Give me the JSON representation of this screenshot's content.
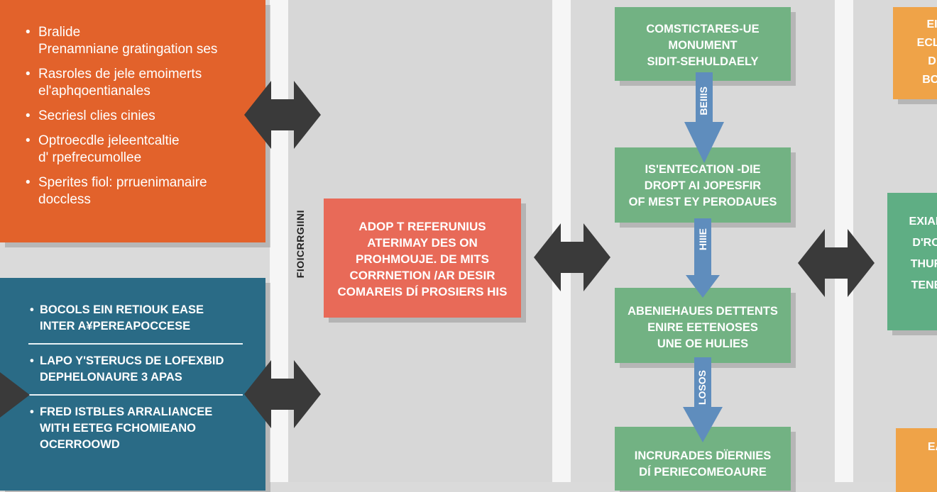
{
  "colors": {
    "orange": "#e2622b",
    "teal": "#2a6b86",
    "red": "#e86a58",
    "green": "#72b283",
    "amber": "#efa348",
    "blue_arrow": "#5f8dbd",
    "arrow_dark": "#3a3a3a"
  },
  "orange_box": {
    "items": [
      "Bralide\nPrenamniane gratingation ses",
      "Rasroles de jele emoimerts\nel'aphqoentianales",
      "Secriesl clies cinies",
      "Optroecdle jeleentcaltie\nd' rpefrecumollee",
      "Sperites fiol: prruenimanaire\ndoccless"
    ]
  },
  "teal_box": {
    "items": [
      "BOCOLS EIN RETIOUK EASE\nINTER A¥PEREAPOCCESE",
      "LAPO Y'STERUCS DE LOFEXBID\nDEPHELONAURE 3 APAS",
      "FRED ISTBLES ARRALIANCEE\nWITH EETEG FCHOMIEANO\nOCERROOWD"
    ]
  },
  "side_label": "FIOICRRGIINI",
  "center_box": {
    "text": "ADOP T REFERUNIUS\nATERIMAY DES ON\nPROHMOUJE. DE MITS\nCORRNETION /AR DESIR\nCOMAREIS DÍ PROSIERS HIS"
  },
  "flow": {
    "box1": "COMSTICTARES-UE\nMONUMENT\nSIDIT-SEHULDAELY",
    "arrow1": "BEIIIS",
    "box2": "IS'ENTECATION -DIE\nDROPT AI JOPESFIR\nOF MEST EY PERODAUES",
    "arrow2": "HIIIE",
    "box3": "ABENIEHAUES DETTENTS\nENIRE EETENOSES\nUNE OE HULIES",
    "arrow3": "LOSOS",
    "box4": "INCRURADES DÏERNIES\nDÍ PERIECOMEOAURE"
  },
  "right_partial": {
    "amber_top": "EI\nECLS\nD\nBCI",
    "green": "EXIAR\nD'RO\nTHUR\nTENE",
    "amber_bottom": "EA"
  }
}
